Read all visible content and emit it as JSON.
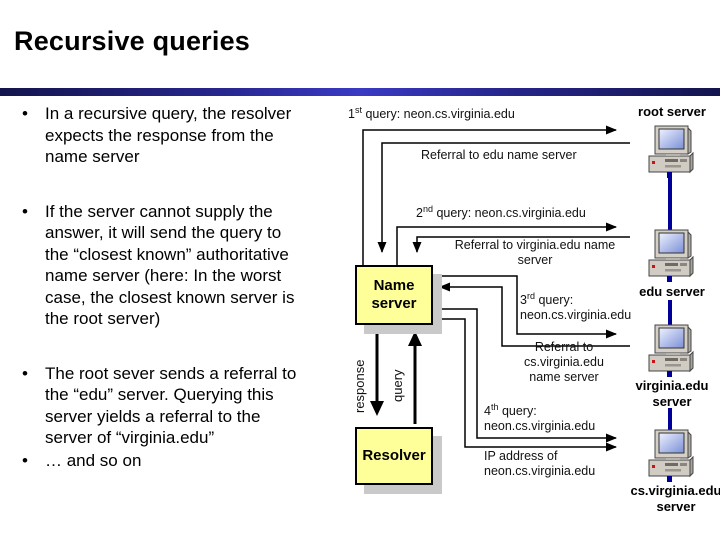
{
  "title": "Recursive queries",
  "bullets": [
    "In a recursive query, the resolver\nexpects the response from the\nname server",
    "If the server cannot supply the\nanswer, it will send the query to\nthe “closest known” authoritative\nname server (here: In the worst\ncase, the closest known server is\nthe root server)",
    "The root sever sends a referral to\nthe “edu” server. Querying this\nserver yields a referral to the\nserver of “virginia.edu”",
    "… and so on"
  ],
  "diagram": {
    "name_server_box": "Name\nserver",
    "resolver_box": "Resolver",
    "response_label": "response",
    "query_label": "query",
    "messages": {
      "q1": {
        "num": "1",
        "sup": "st",
        "rest": " query: neon.cs.virginia.edu"
      },
      "ref_root": "Referral to edu name server",
      "q2": {
        "num": "2",
        "sup": "nd",
        "rest": " query: neon.cs.virginia.edu"
      },
      "ref_edu": "Referral to virginia.edu name\nserver",
      "q3": {
        "num": "3",
        "sup": "rd",
        "rest": " query:",
        "line2": "neon.cs.virginia.edu"
      },
      "ref_virginia": "Referral to\ncs.virginia.edu\nname server",
      "q4": {
        "num": "4",
        "sup": "th",
        "rest": " query:",
        "line2": "neon.cs.virginia.edu"
      },
      "ip_answer": "IP address of\nneon.cs.virginia.edu"
    },
    "servers": [
      "root server",
      "edu server",
      "virginia.edu\nserver",
      "cs.virginia.edu\nserver"
    ]
  },
  "colors": {
    "accent_bar": "#2b2b9e",
    "box_fill": "#ffff99",
    "box_shadow": "#c9c9c9",
    "connector_blue": "#000099",
    "line_black": "#000000",
    "led_red": "#cc1111"
  }
}
